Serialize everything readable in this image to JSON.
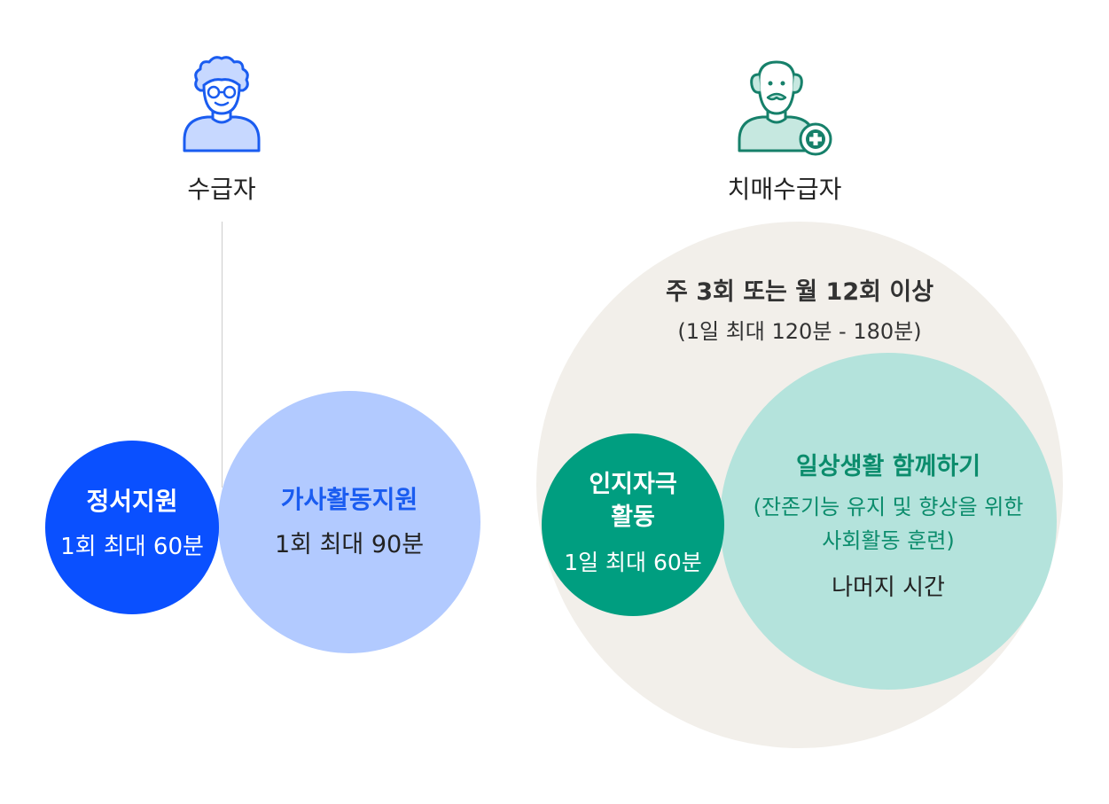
{
  "left_group": {
    "title": "수급자",
    "emotional_support": {
      "label": "정서지원",
      "detail": "1회 최대 60분",
      "color": "#0a50ff"
    },
    "housework_support": {
      "label": "가사활동지원",
      "detail": "1회 최대 90분",
      "color": "#b2caff",
      "label_color": "#1a5cf0"
    }
  },
  "right_group": {
    "title": "치매수급자",
    "outer": {
      "line1": "주 3회 또는 월 12회 이상",
      "line2": "(1일 최대 120분 - 180분)",
      "color": "#f2efea"
    },
    "cognitive": {
      "line1": "인지자극",
      "line2": "활동",
      "detail": "1일 최대 60분",
      "color": "#009e80"
    },
    "daily_life": {
      "title": "일상생활 함께하기",
      "desc1": "(잔존기능 유지 및 향상을 위한",
      "desc2": "사회활동 훈련)",
      "detail": "나머지 시간",
      "color": "#b4e3dc",
      "title_color": "#0b8c6c"
    }
  },
  "colors": {
    "blue_icon": "#1a5cf0",
    "green_icon": "#16806a",
    "divider": "#cccccc"
  },
  "icons": {
    "left_person": "grandmother-icon",
    "right_person": "grandfather-plus-icon"
  }
}
